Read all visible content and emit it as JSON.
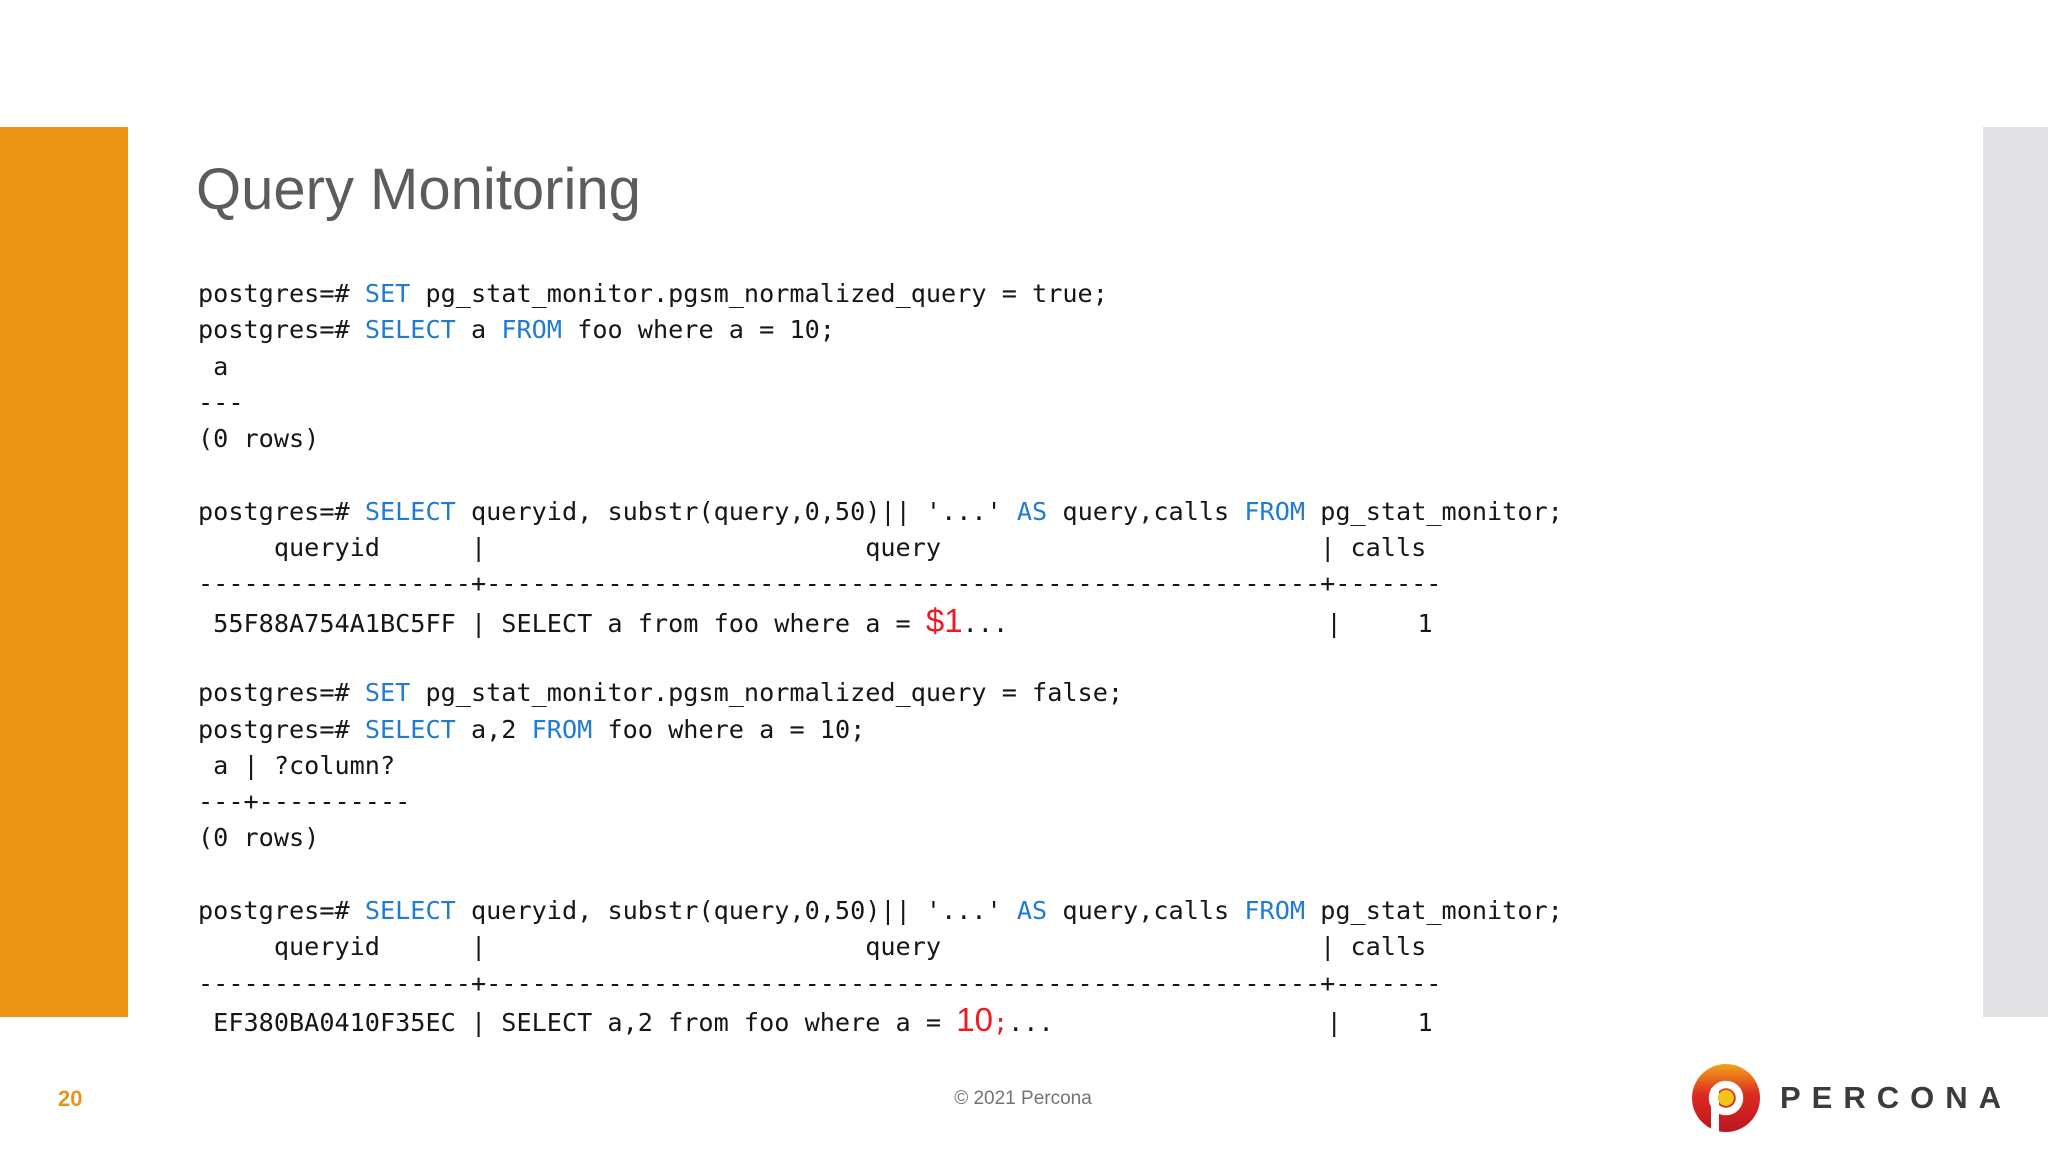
{
  "slide": {
    "title": "Query Monitoring",
    "page_number": "20",
    "footer_copyright": "© 2021 Percona",
    "brand": {
      "name": "PERCONA"
    },
    "colors": {
      "orange": "#EE9415",
      "gray": "#E2E2E4",
      "titlegray": "#5C5C5C",
      "codeblack": "#161616",
      "blue": "#207BD2",
      "red": "#EC1B22",
      "pagenum": "#E8941C",
      "copygray": "#737373",
      "brandgray": "#3B3B3E",
      "logo_gradient_top": "#F2A51D",
      "logo_gradient_mid": "#DC2A20",
      "logo_gradient_bottom": "#BC1622",
      "logo_dot_yellow": "#F0C41B"
    }
  },
  "terminal": {
    "lines": [
      [
        [
          "t",
          "postgres=# "
        ],
        [
          "k",
          "SET"
        ],
        [
          "t",
          " pg_stat_monitor.pgsm_normalized_query = true;"
        ]
      ],
      [
        [
          "t",
          "postgres=# "
        ],
        [
          "k",
          "SELECT"
        ],
        [
          "t",
          " a "
        ],
        [
          "k",
          "FROM"
        ],
        [
          "t",
          " foo where a = 10;"
        ]
      ],
      [
        [
          "t",
          " a"
        ]
      ],
      [
        [
          "t",
          "---"
        ]
      ],
      [
        [
          "t",
          "(0 rows)"
        ]
      ],
      [],
      [
        [
          "t",
          "postgres=# "
        ],
        [
          "k",
          "SELECT"
        ],
        [
          "t",
          " queryid, substr(query,0,50)|| '...' "
        ],
        [
          "k",
          "AS"
        ],
        [
          "t",
          " query,calls "
        ],
        [
          "k",
          "FROM"
        ],
        [
          "t",
          " pg_stat_monitor;"
        ]
      ],
      [
        [
          "t",
          "     queryid      |                         query                         | calls"
        ]
      ],
      [
        [
          "t",
          "------------------+-------------------------------------------------------+-------"
        ]
      ],
      [
        [
          "t",
          " 55F88A754A1BC5FF | SELECT a from foo where a = "
        ],
        [
          "R",
          "$1"
        ],
        [
          "t",
          "..."
        ],
        [
          "t",
          "                     |     1"
        ]
      ],
      [],
      [
        [
          "t",
          "postgres=# "
        ],
        [
          "k",
          "SET"
        ],
        [
          "t",
          " pg_stat_monitor.pgsm_normalized_query = false;"
        ]
      ],
      [
        [
          "t",
          "postgres=# "
        ],
        [
          "k",
          "SELECT"
        ],
        [
          "t",
          " a,2 "
        ],
        [
          "k",
          "FROM"
        ],
        [
          "t",
          " foo where a = 10;"
        ]
      ],
      [
        [
          "t",
          " a | ?column?"
        ]
      ],
      [
        [
          "t",
          "---+----------"
        ]
      ],
      [
        [
          "t",
          "(0 rows)"
        ]
      ],
      [],
      [
        [
          "t",
          "postgres=# "
        ],
        [
          "k",
          "SELECT"
        ],
        [
          "t",
          " queryid, substr(query,0,50)|| '...' "
        ],
        [
          "k",
          "AS"
        ],
        [
          "t",
          " query,calls "
        ],
        [
          "k",
          "FROM"
        ],
        [
          "t",
          " pg_stat_monitor;"
        ]
      ],
      [
        [
          "t",
          "     queryid      |                         query                         | calls"
        ]
      ],
      [
        [
          "t",
          "------------------+-------------------------------------------------------+-------"
        ]
      ],
      [
        [
          "t",
          " EF380BA0410F35EC | SELECT a,2 from foo where a = "
        ],
        [
          "R",
          "10"
        ],
        [
          "r",
          ";"
        ],
        [
          "t",
          "..."
        ],
        [
          "t",
          "                  |     1"
        ]
      ]
    ]
  }
}
